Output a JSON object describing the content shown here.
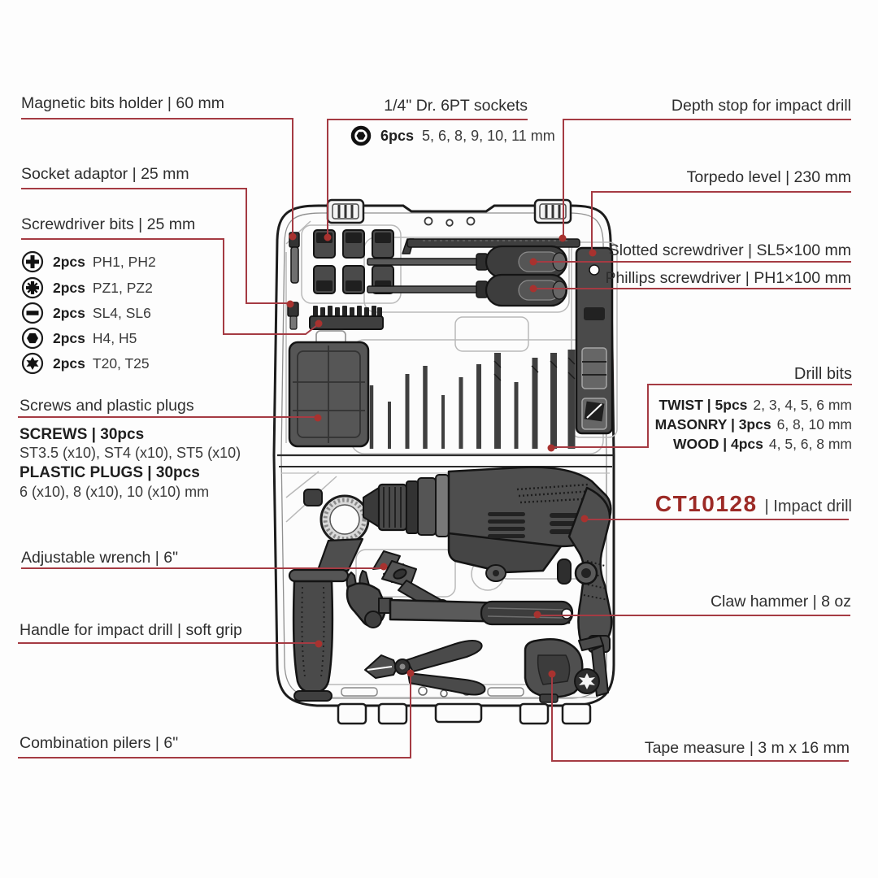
{
  "colors": {
    "callout_line": "#a53b43",
    "callout_dot": "#a8322f",
    "label_text": "#2e2e2e",
    "model_red": "#9c2a26",
    "tool_fill": "#4e4e4e",
    "outline": "#1c1c1c"
  },
  "callouts": {
    "magnetic_bits_holder": "Magnetic bits holder | 60 mm",
    "sockets_title": "1/4\" Dr. 6PT sockets",
    "depth_stop": "Depth stop for impact drill",
    "socket_adaptor": "Socket adaptor | 25 mm",
    "screwdriver_bits_title": "Screwdriver bits | 25 mm",
    "torpedo_level": "Torpedo level | 230 mm",
    "slotted_screwdriver": "Slotted screwdriver | SL5×100 mm",
    "phillips_screwdriver": "Phillips screwdriver | PH1×100 mm",
    "drill_bits_title": "Drill bits",
    "adjustable_wrench": "Adjustable wrench | 6\"",
    "handle_impact_drill": "Handle for impact drill | soft grip",
    "claw_hammer": "Claw hammer | 8 oz",
    "combination_pliers": "Combination pilers | 6\"",
    "tape_measure": "Tape measure | 3 m x 16 mm"
  },
  "sockets_detail": {
    "qty": "6pcs",
    "sizes": "5, 6, 8, 9, 10, 11 mm"
  },
  "screwdriver_bits": [
    {
      "icon": "phillips",
      "qty": "2pcs",
      "sizes": "PH1, PH2"
    },
    {
      "icon": "pozidriv",
      "qty": "2pcs",
      "sizes": "PZ1, PZ2"
    },
    {
      "icon": "slotted",
      "qty": "2pcs",
      "sizes": "SL4, SL6"
    },
    {
      "icon": "hex",
      "qty": "2pcs",
      "sizes": "H4, H5"
    },
    {
      "icon": "torx",
      "qty": "2pcs",
      "sizes": "T20, T25"
    }
  ],
  "screws_section": {
    "title": "Screws and plastic plugs",
    "screws_label": "SCREWS | 30pcs",
    "screws_sizes": "ST3.5 (x10), ST4 (x10), ST5 (x10)",
    "plugs_label": "PLASTIC PLUGS | 30pcs",
    "plugs_sizes": "6 (x10), 8 (x10), 10 (x10) mm"
  },
  "drill_bits": [
    {
      "type": "TWIST | 5pcs",
      "sizes": "2, 3, 4, 5, 6 mm"
    },
    {
      "type": "MASONRY | 3pcs",
      "sizes": "6, 8, 10 mm"
    },
    {
      "type": "WOOD | 4pcs",
      "sizes": "4, 5, 6, 8 mm"
    }
  ],
  "model": {
    "code": "CT10128",
    "name": "| Impact drill"
  }
}
